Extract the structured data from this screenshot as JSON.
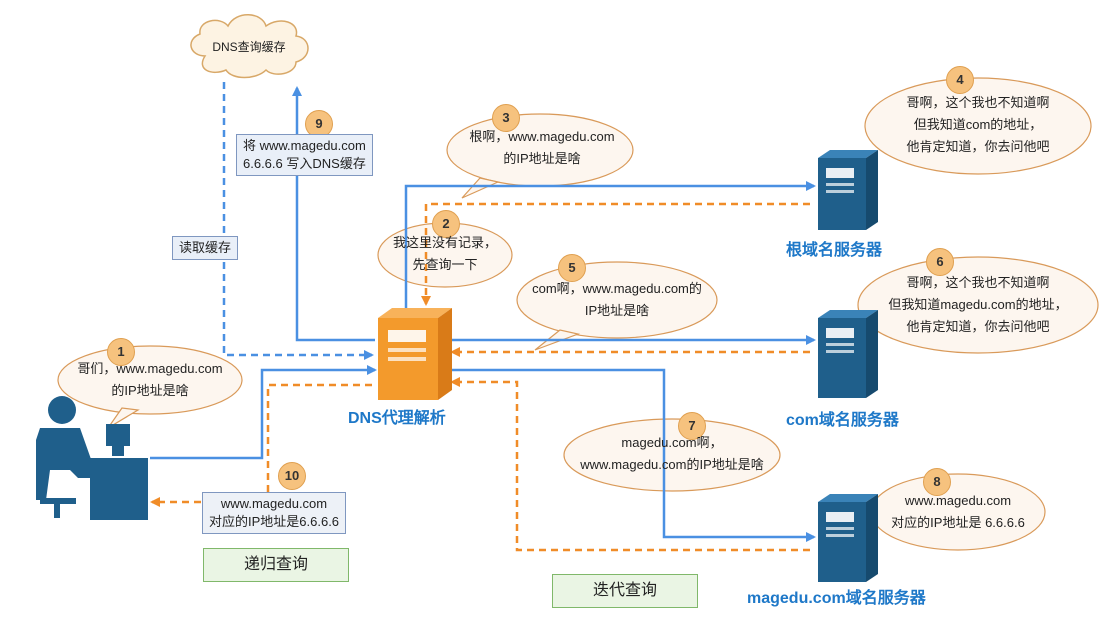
{
  "nodes": {
    "cache_cloud": "DNS查询缓存",
    "proxy": "DNS代理解析",
    "root_server": "根域名服务器",
    "com_server": "com域名服务器",
    "magedu_server": "magedu.com域名服务器"
  },
  "steps": [
    {
      "num": "1",
      "lines": [
        "哥们，www.magedu.com",
        "的IP地址是啥"
      ]
    },
    {
      "num": "2",
      "lines": [
        "我这里没有记录，",
        "先查询一下"
      ]
    },
    {
      "num": "3",
      "lines": [
        "根啊，www.magedu.com",
        "的IP地址是啥"
      ]
    },
    {
      "num": "4",
      "lines": [
        "哥啊，这个我也不知道啊",
        "但我知道com的地址，",
        "他肯定知道，你去问他吧"
      ]
    },
    {
      "num": "5",
      "lines": [
        "com啊，www.magedu.com的",
        "IP地址是啥"
      ]
    },
    {
      "num": "6",
      "lines": [
        "哥啊，这个我也不知道啊",
        "但我知道magedu.com的地址，",
        "他肯定知道，你去问他吧"
      ]
    },
    {
      "num": "7",
      "lines": [
        "magedu.com啊，",
        "www.magedu.com的IP地址是啥"
      ]
    },
    {
      "num": "8",
      "lines": [
        "www.magedu.com",
        "对应的IP地址是 6.6.6.6"
      ]
    },
    {
      "num": "9",
      "lines": [
        "将 www.magedu.com",
        "6.6.6.6 写入DNS缓存"
      ]
    },
    {
      "num": "10",
      "lines": [
        "www.magedu.com",
        "对应的IP地址是6.6.6.6"
      ]
    }
  ],
  "labels": {
    "read_cache": "读取缓存",
    "recursive": "递归查询",
    "iterative": "迭代查询"
  },
  "colors": {
    "request_line": "#4a90e2",
    "response_line": "#f08c28",
    "server_body": "#1f5f8b",
    "proxy_body": "#f39a2c",
    "bubble_fill": "#fdf6ef",
    "bubble_stroke": "#d99a5a"
  }
}
